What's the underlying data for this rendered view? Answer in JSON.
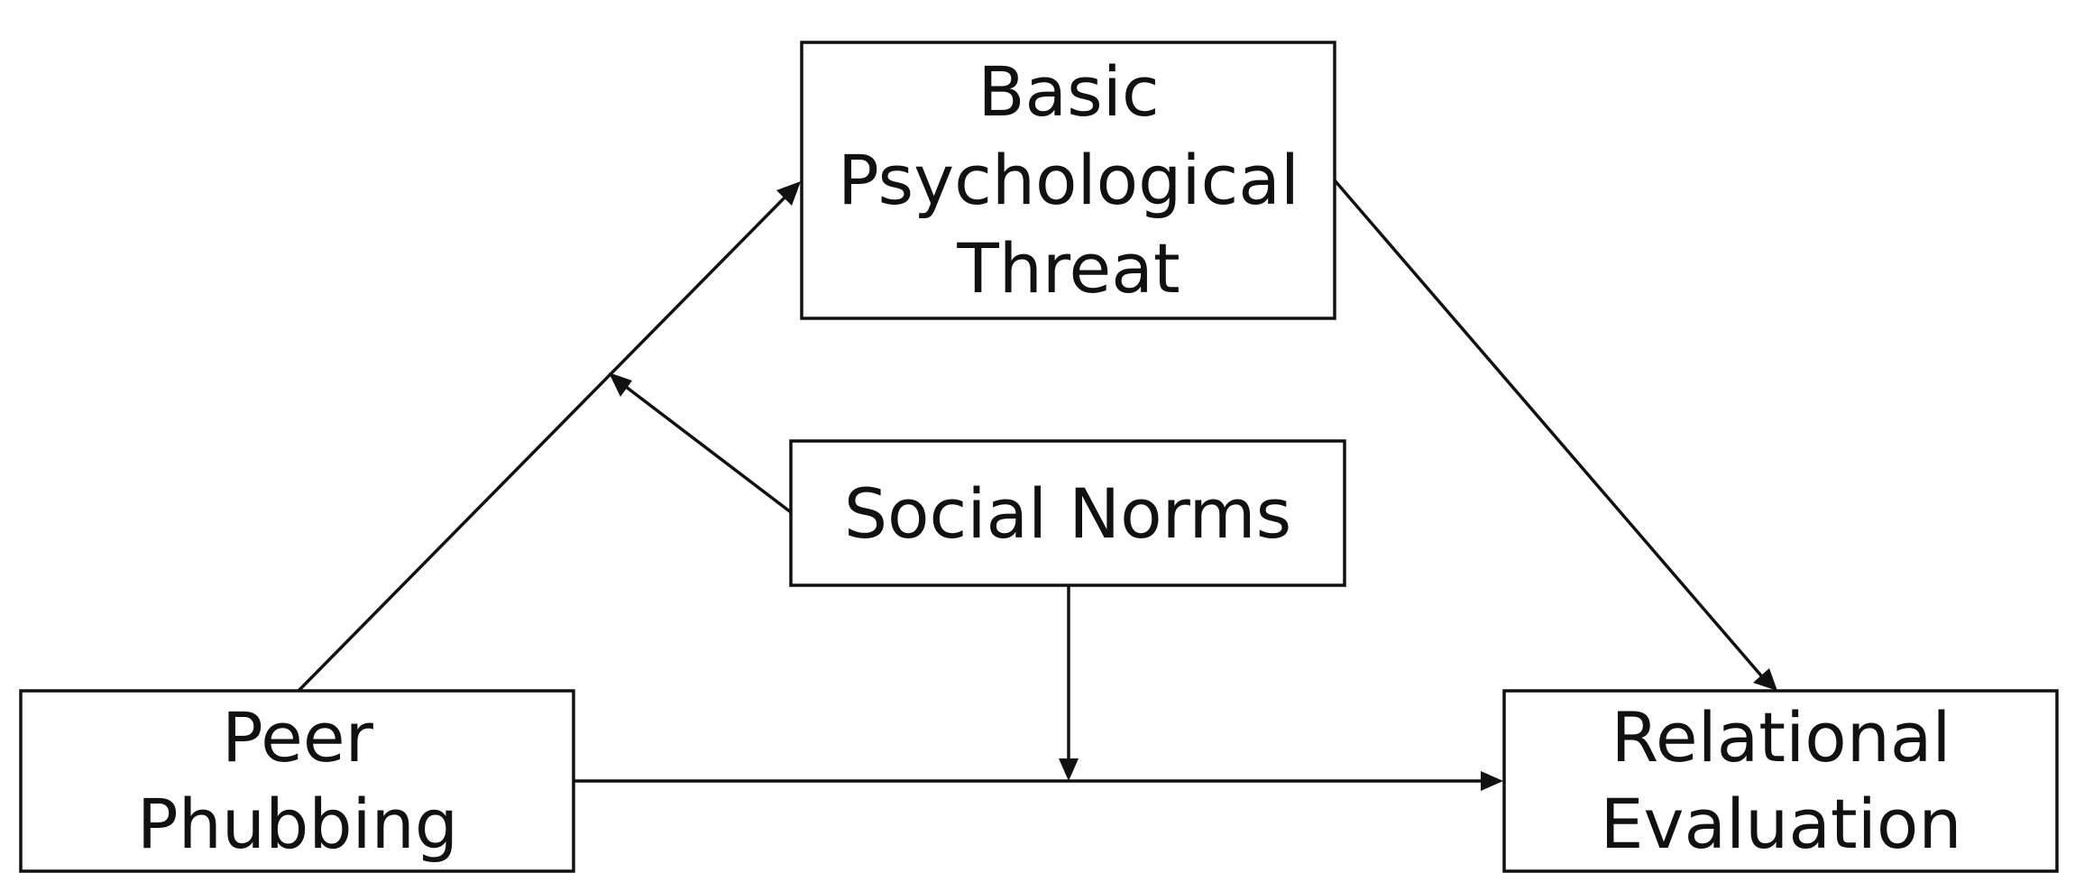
{
  "nodes": {
    "basic_psychological_threat": {
      "lines": [
        "Basic",
        "Psychological",
        "Threat"
      ]
    },
    "social_norms": {
      "lines": [
        "Social Norms"
      ]
    },
    "peer_phubbing": {
      "lines": [
        "Peer",
        "Phubbing"
      ]
    },
    "relational_evaluation": {
      "lines": [
        "Relational",
        "Evaluation"
      ]
    }
  },
  "edges": [
    {
      "from": "peer_phubbing",
      "to": "basic_psychological_threat",
      "type": "path"
    },
    {
      "from": "basic_psychological_threat",
      "to": "relational_evaluation",
      "type": "path"
    },
    {
      "from": "peer_phubbing",
      "to": "relational_evaluation",
      "type": "path"
    },
    {
      "from": "social_norms",
      "to": "peer_phubbing -> basic_psychological_threat",
      "type": "moderation"
    },
    {
      "from": "social_norms",
      "to": "peer_phubbing -> relational_evaluation",
      "type": "moderation"
    }
  ],
  "colors": {
    "stroke": "#111111",
    "fill": "#ffffff",
    "text": "#111111"
  }
}
